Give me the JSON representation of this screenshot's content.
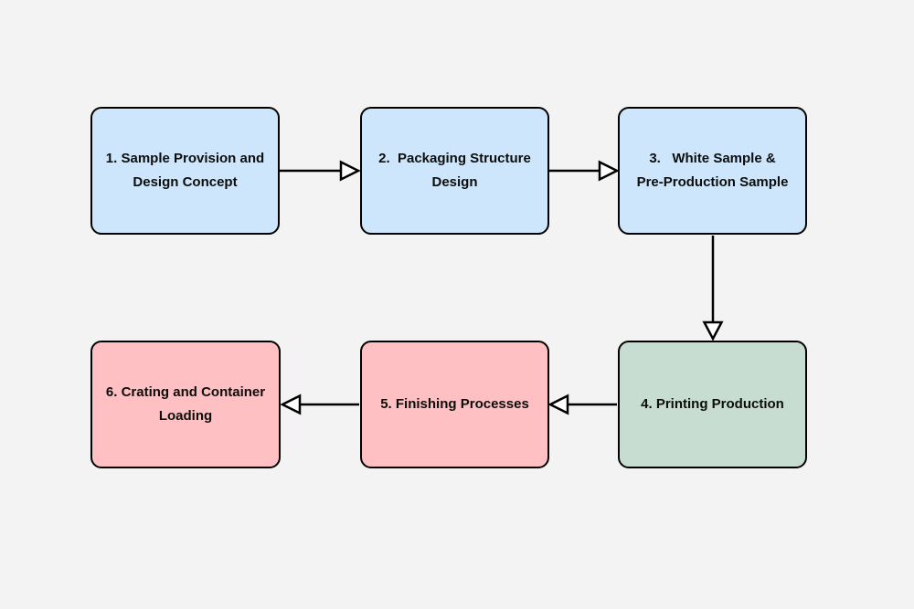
{
  "diagram": {
    "type": "flowchart",
    "background": "#f3f3f3",
    "border_color": "#000000",
    "arrow_style": "hollow-triangle",
    "colors": {
      "blue": "#cde6fb",
      "green": "#c8ddd2",
      "pink": "#fec0c2"
    },
    "nodes": [
      {
        "id": "1",
        "label": "1. Sample Provision and\nDesign Concept",
        "fill": "#cde6fb"
      },
      {
        "id": "2",
        "label": "2.  Packaging Structure\nDesign",
        "fill": "#cde6fb"
      },
      {
        "id": "3",
        "label": "3.   White Sample &\nPre-Production Sample",
        "fill": "#cde6fb"
      },
      {
        "id": "4",
        "label": "4. Printing Production",
        "fill": "#c8ddd2"
      },
      {
        "id": "5",
        "label": "5. Finishing Processes",
        "fill": "#fec0c2"
      },
      {
        "id": "6",
        "label": "6. Crating and Container\nLoading",
        "fill": "#fec0c2"
      }
    ],
    "edges": [
      {
        "from": "1",
        "to": "2",
        "direction": "right"
      },
      {
        "from": "2",
        "to": "3",
        "direction": "right"
      },
      {
        "from": "3",
        "to": "4",
        "direction": "down"
      },
      {
        "from": "4",
        "to": "5",
        "direction": "left"
      },
      {
        "from": "5",
        "to": "6",
        "direction": "left"
      }
    ]
  }
}
